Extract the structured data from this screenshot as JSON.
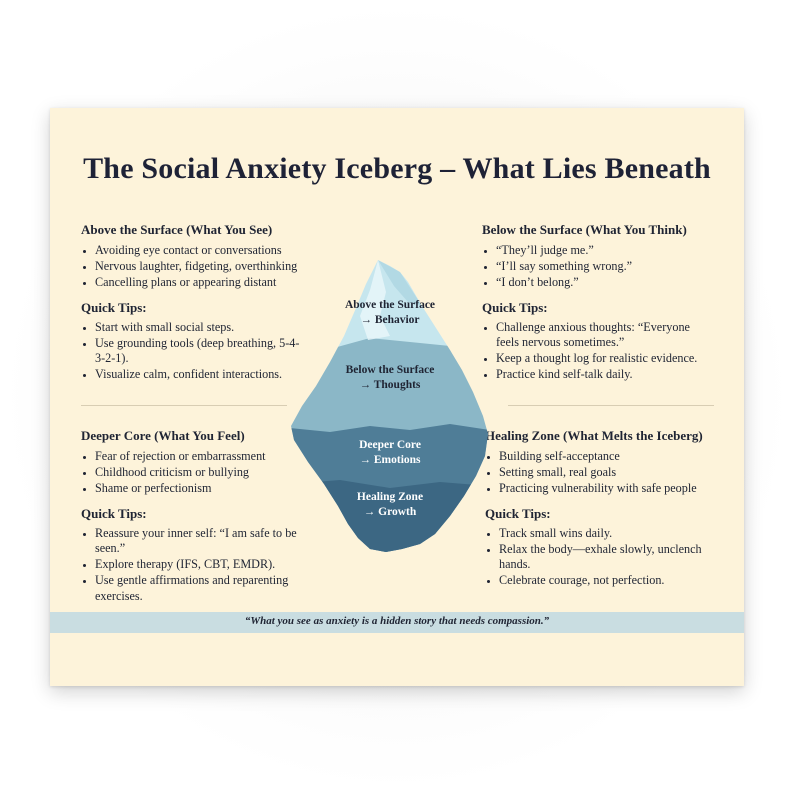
{
  "title": "The Social Anxiety Iceberg – What Lies Beneath",
  "sections": {
    "above": {
      "heading": "Above the Surface (What You See)",
      "items": [
        "Avoiding eye contact or conversations",
        "Nervous laughter, fidgeting, overthinking",
        "Cancelling plans or appearing distant"
      ],
      "tips_heading": "Quick Tips:",
      "tips": [
        "Start with small social steps.",
        "Use grounding tools (deep breathing, 5-4-3-2-1).",
        "Visualize calm, confident interactions."
      ]
    },
    "below": {
      "heading": "Below the Surface (What You Think)",
      "items": [
        "“They’ll judge me.”",
        "“I’ll say something wrong.”",
        "“I don’t belong.”"
      ],
      "tips_heading": "Quick Tips:",
      "tips": [
        "Challenge anxious thoughts: “Everyone feels nervous sometimes.”",
        "Keep a thought log for realistic evidence.",
        "Practice kind self-talk daily."
      ]
    },
    "deeper": {
      "heading": "Deeper Core (What You Feel)",
      "items": [
        "Fear of rejection or embarrassment",
        "Childhood criticism or bullying",
        "Shame or perfectionism"
      ],
      "tips_heading": "Quick Tips:",
      "tips": [
        "Reassure your inner self: “I am safe to be seen.”",
        "Explore therapy (IFS, CBT, EMDR).",
        "Use gentle affirmations and reparenting exercises."
      ]
    },
    "healing": {
      "heading": "Healing Zone (What Melts the Iceberg)",
      "items": [
        "Building self-acceptance",
        "Setting small, real goals",
        "Practicing vulnerability with safe people"
      ],
      "tips_heading": "Quick Tips:",
      "tips": [
        "Track small wins daily.",
        "Relax the body—exhale slowly, unclench hands.",
        "Celebrate courage, not perfection."
      ]
    }
  },
  "iceberg": {
    "layers": [
      {
        "line1": "Above the Surface",
        "line2": "→ Behavior"
      },
      {
        "line1": "Below the Surface",
        "line2": "→ Thoughts"
      },
      {
        "line1": "Deeper Core",
        "line2": "→ Emotions"
      },
      {
        "line1": "Healing Zone",
        "line2": "→ Growth"
      }
    ]
  },
  "quote": "“What you see as anxiety is a hidden story that needs compassion.”",
  "colors": {
    "background": "#fdf3da",
    "layer1": "#c6e6ee",
    "layer2": "#8bb7c7",
    "layer3": "#4f7d97",
    "layer4": "#3c6783",
    "quote_band": "#c9dde1"
  }
}
